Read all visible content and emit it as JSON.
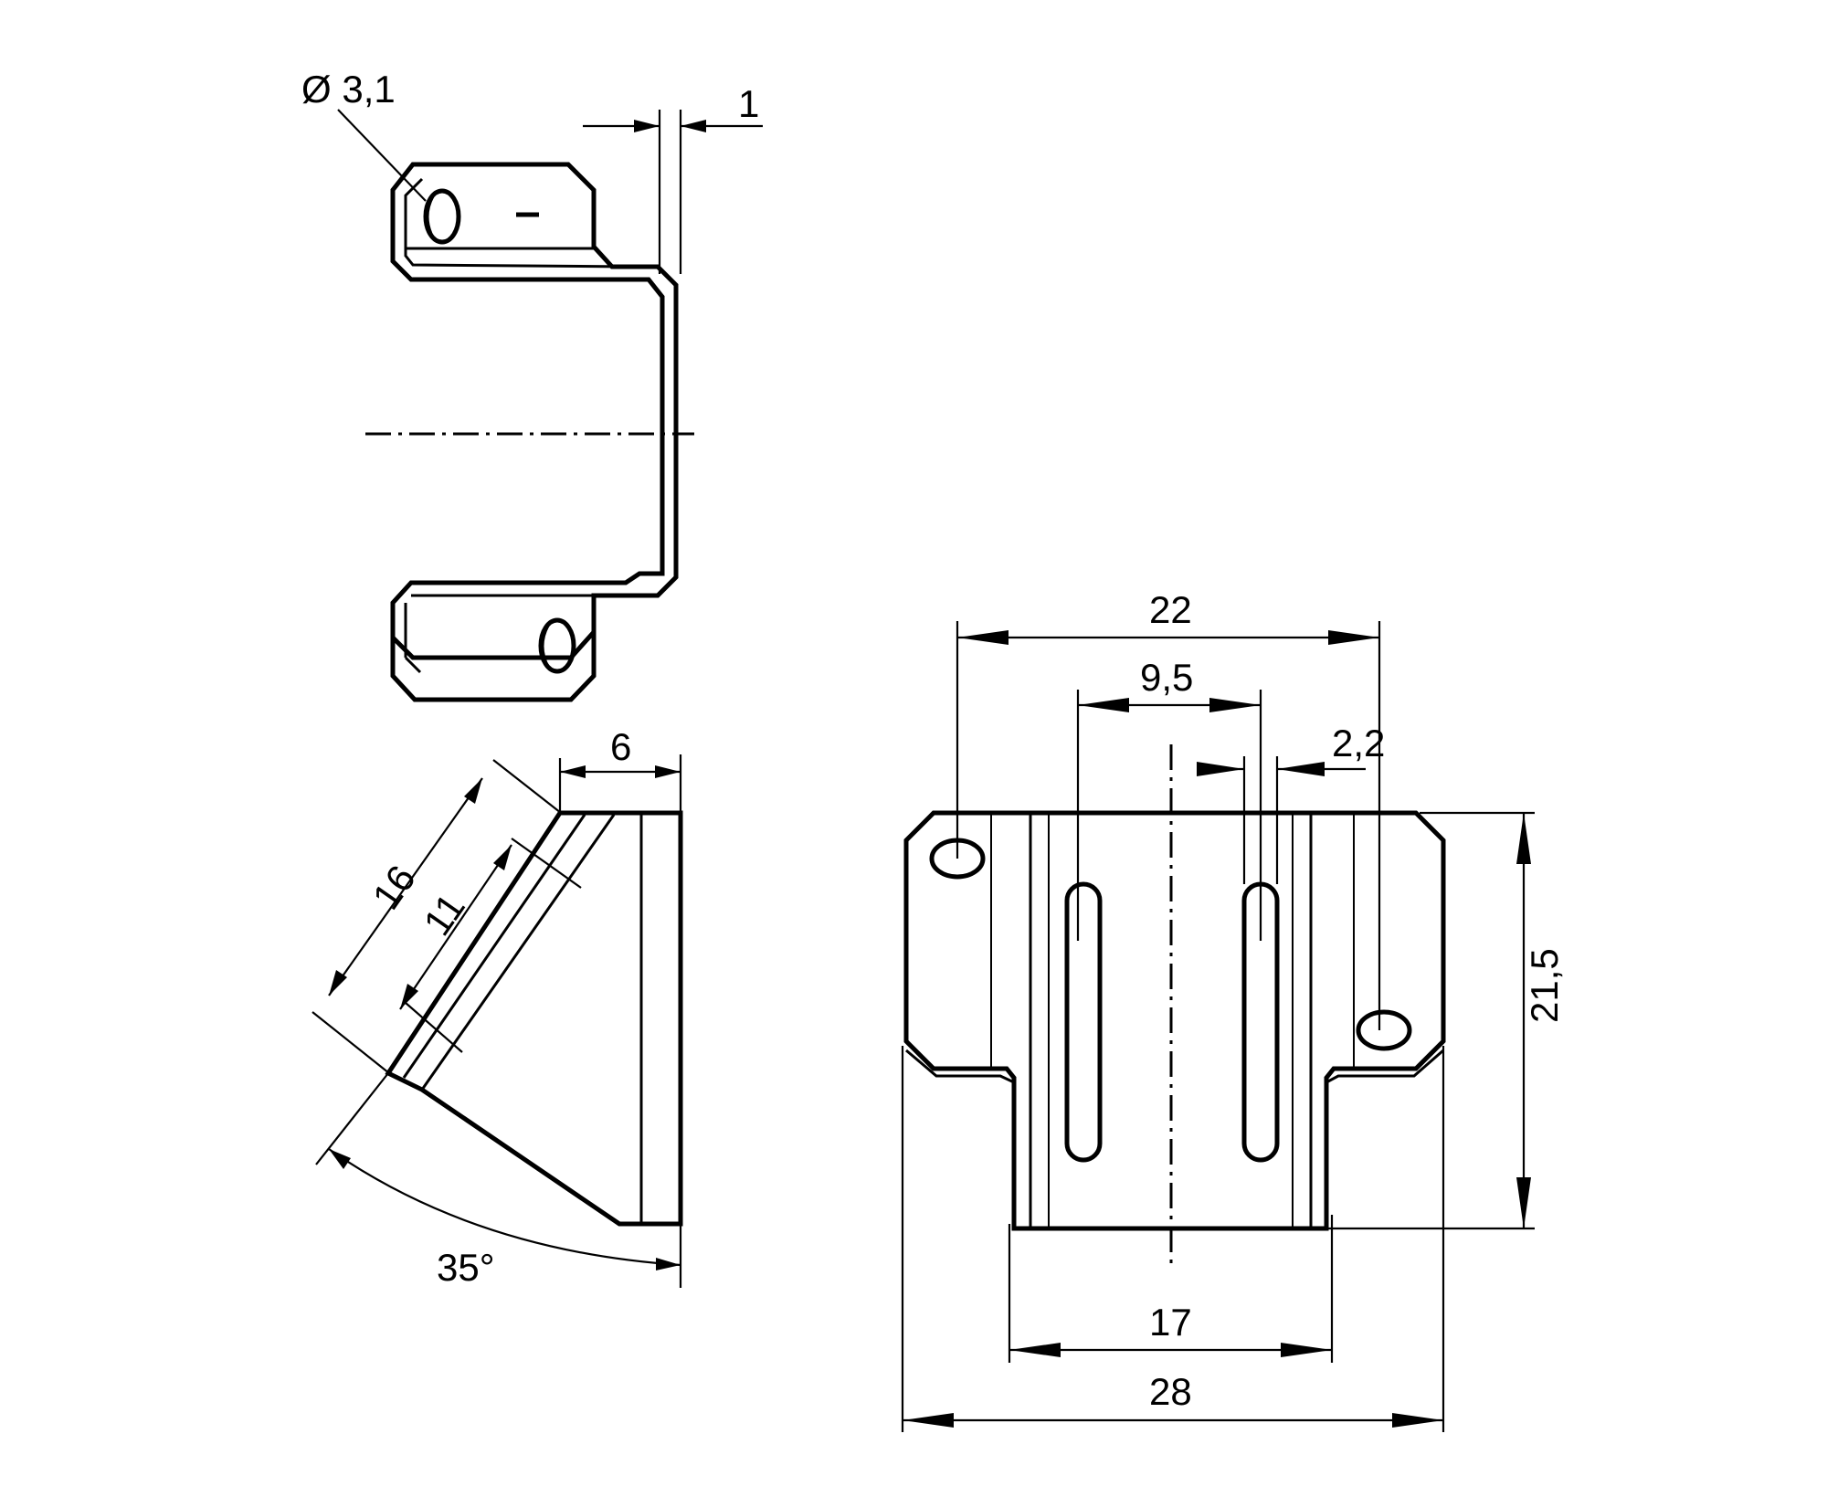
{
  "diagram": {
    "title": "Mounting bracket dimensional drawing",
    "units": "mm",
    "dimensions": {
      "hole_diameter": "Ø 3,1",
      "sheet_thickness": "1",
      "flange_depth": "6",
      "slant_length": "16",
      "inner_slant_length": "11",
      "angle": "35°",
      "hole_spacing": "22",
      "slot_spacing": "9,5",
      "slot_width": "2,2",
      "height": "21,5",
      "inner_width": "17",
      "overall_width": "28"
    }
  }
}
